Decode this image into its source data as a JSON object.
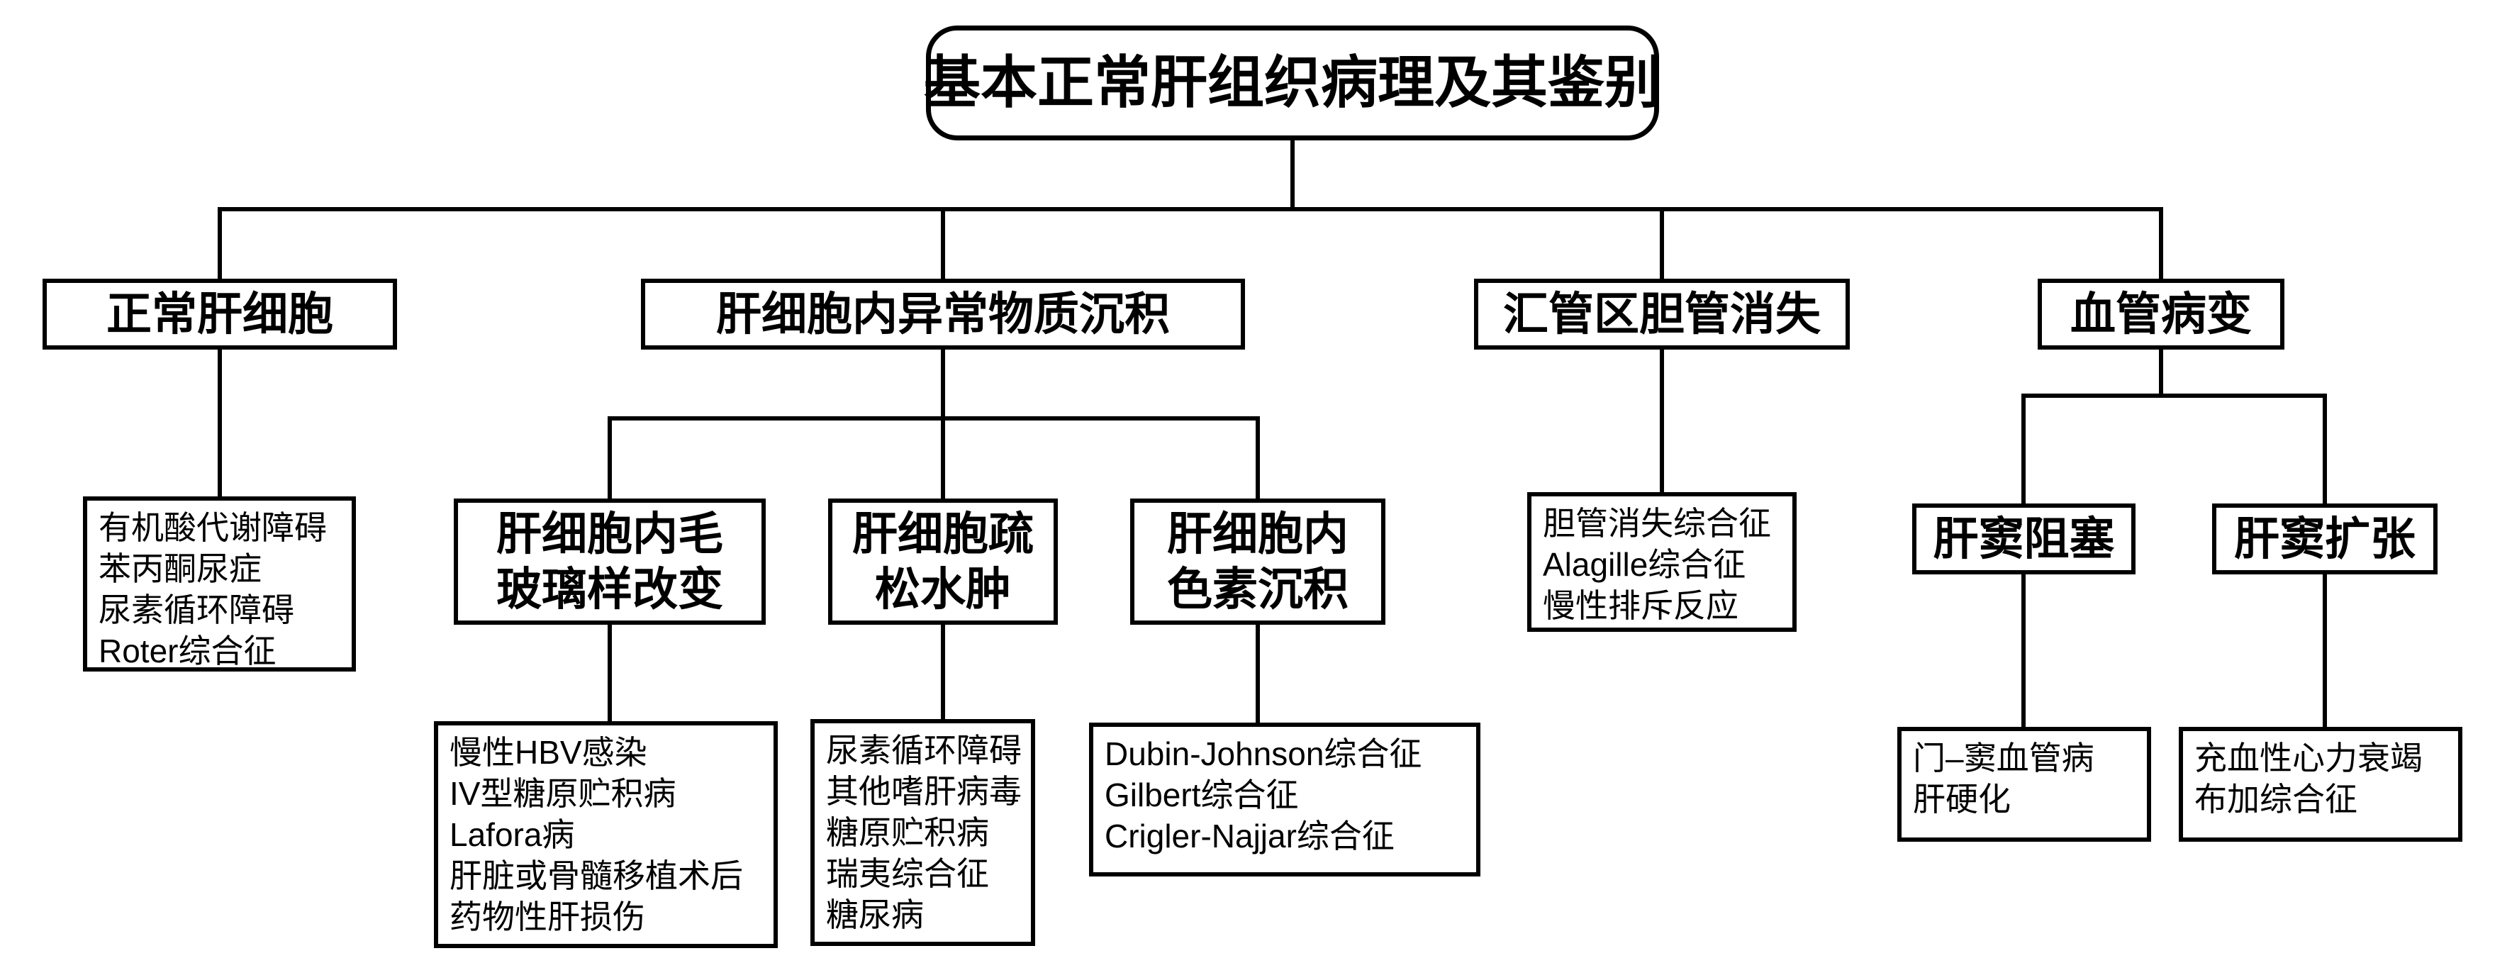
{
  "colors": {
    "line": "#000000",
    "background": "#ffffff",
    "text": "#000000"
  },
  "root": {
    "label": "基本正常肝组织病理及其鉴别"
  },
  "branches": {
    "normal": {
      "label": "正常肝细胞",
      "items": [
        "有机酸代谢障碍",
        "苯丙酮尿症",
        "尿素循环障碍",
        "Roter综合征"
      ]
    },
    "deposit": {
      "label": "肝细胞内异常物质沉积",
      "children": {
        "ground_glass": {
          "label_lines": [
            "肝细胞内毛",
            "玻璃样改变"
          ],
          "items": [
            "慢性HBV感染",
            "IV型糖原贮积病",
            "Lafora病",
            "肝脏或骨髓移植术后",
            "药物性肝损伤"
          ]
        },
        "edema": {
          "label_lines": [
            "肝细胞疏",
            "松水肿"
          ],
          "items": [
            "尿素循环障碍",
            "其他嗜肝病毒",
            "糖原贮积病",
            "瑞夷综合征",
            "糖尿病"
          ]
        },
        "pigment": {
          "label_lines": [
            "肝细胞内",
            "色素沉积"
          ],
          "items": [
            "Dubin-Johnson综合征",
            "Gilbert综合征",
            "Crigler-Najjar综合征"
          ]
        }
      }
    },
    "bileduct": {
      "label": "汇管区胆管消失",
      "items": [
        "胆管消失综合征",
        "Alagille综合征",
        "慢性排斥反应"
      ]
    },
    "vascular": {
      "label": "血管病变",
      "children": {
        "sinus_obstruction": {
          "label": "肝窦阻塞",
          "items": [
            "门–窦血管病",
            "肝硬化"
          ]
        },
        "sinus_dilation": {
          "label": "肝窦扩张",
          "items": [
            "充血性心力衰竭",
            "布加综合征"
          ]
        }
      }
    }
  }
}
